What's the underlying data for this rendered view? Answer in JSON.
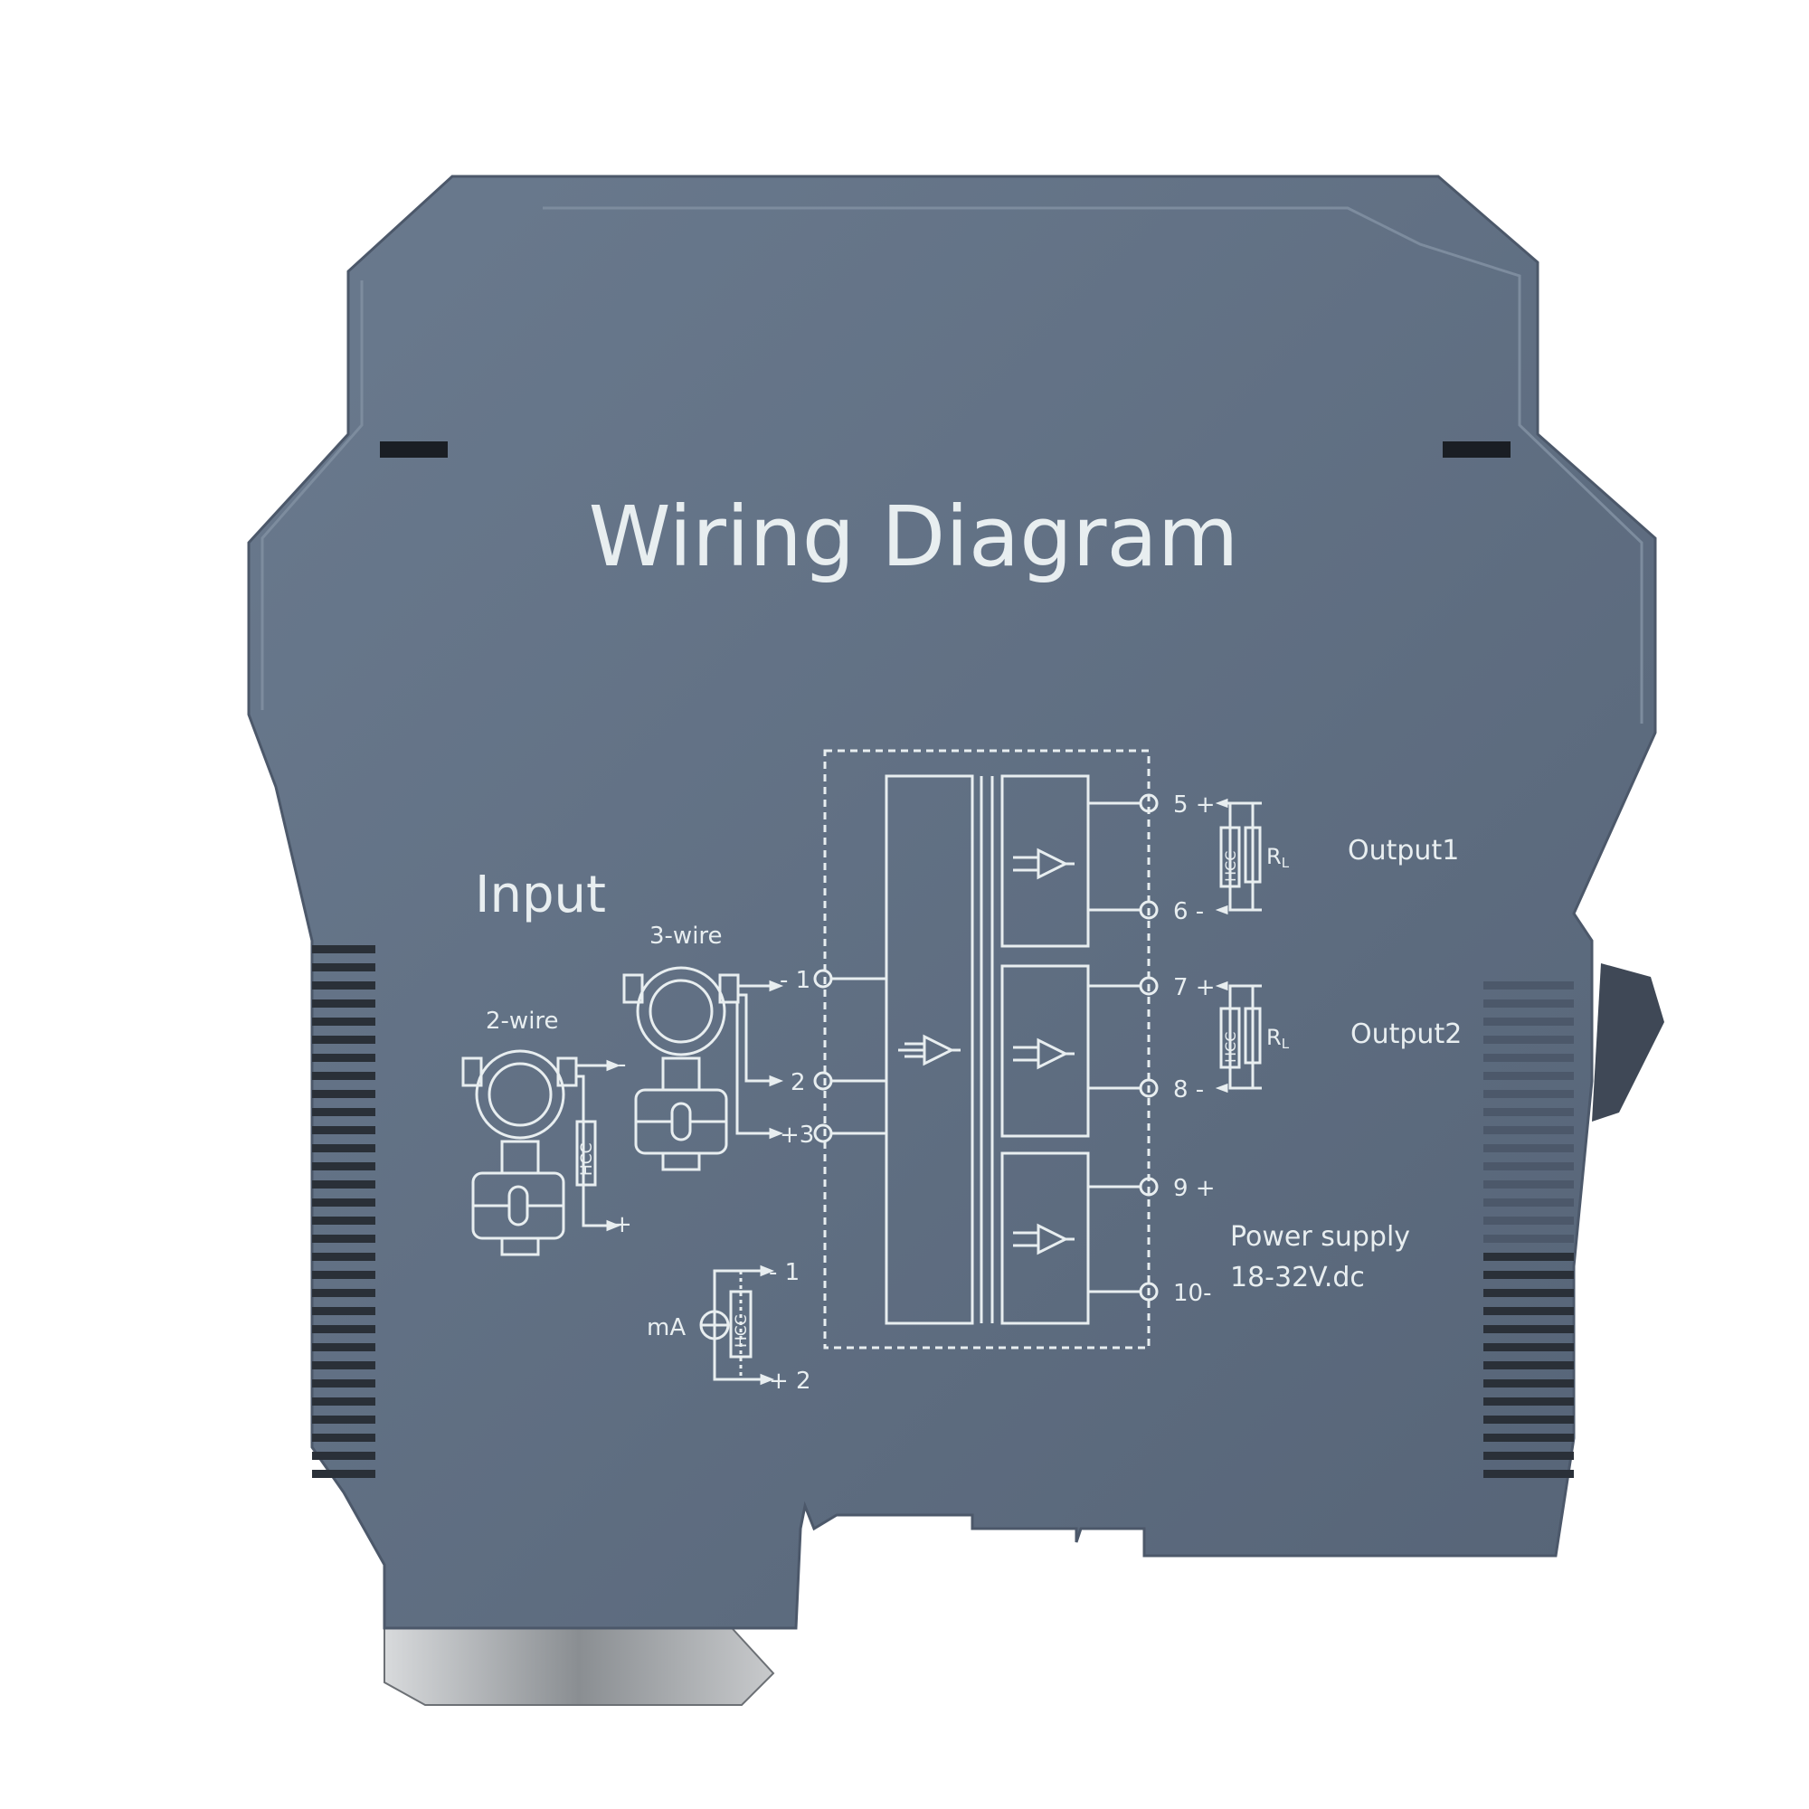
{
  "title": "Wiring Diagram",
  "input": {
    "heading": "Input",
    "two_wire": "2-wire",
    "three_wire": "3-wire",
    "hcc": "HCC",
    "ma": "mA",
    "minus": "-",
    "plus": "+",
    "t_m1": "- 1",
    "t_2": "2",
    "t_p3": "+3",
    "ma_m1": "- 1",
    "ma_p2": "+ 2"
  },
  "outputs": {
    "t5": "5 +",
    "t6": "6 -",
    "t7": "7 +",
    "t8": "8 -",
    "t9": "9 +",
    "t10": "10-",
    "rl": "R",
    "rl_sub": "L",
    "output1": "Output1",
    "output2": "Output2",
    "power_line1": "Power supply",
    "power_line2": "18-32V.dc"
  },
  "colors": {
    "housing": "#5f6e82",
    "housing_dark": "#4c586a",
    "line": "#e8eef0",
    "metal": "#b8bcc0"
  }
}
